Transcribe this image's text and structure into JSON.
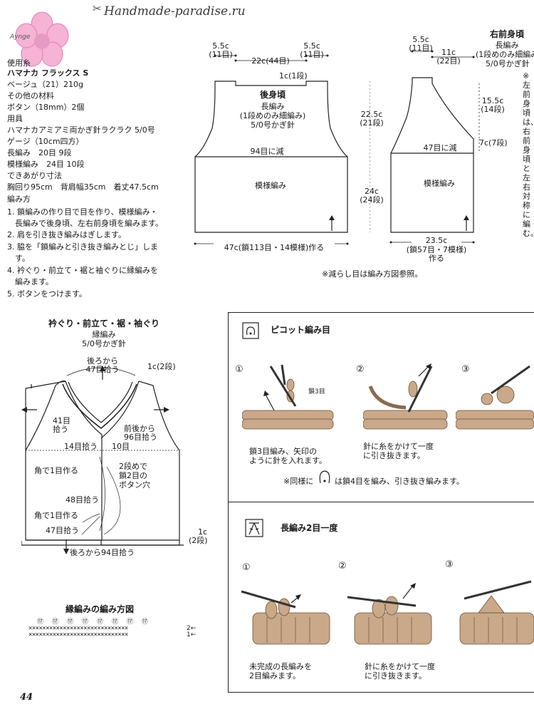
{
  "header": {
    "site": "Handmade-paradise.ru",
    "logo_text": "Aynge"
  },
  "materials": {
    "yarn_label": "使用糸",
    "yarn_name": "ハマナカ フラックス S",
    "yarn_spec": "ベージュ（21）210g",
    "other_label": "その他の材料",
    "other_spec": "ボタン（18mm）2個",
    "tools_label": "用具",
    "tools_spec": "ハマナカアミアミ両かぎ針ラクラク 5/0号",
    "gauge_label": "ゲージ（10cm四方）",
    "gauge_1": "長編み　20目 9段",
    "gauge_2": "模様編み　24目 10段",
    "size_label": "できあがり寸法",
    "size_spec": "胸回り95cm　背肩幅35cm　着丈47.5cm",
    "method_label": "編み方",
    "steps": [
      "1. 鎖編みの作り目で目を作り、模様編み・",
      "　長編みで後身頃、左右前身頃を編みます。",
      "2. 肩を引き抜き編みはぎします。",
      "3. 脇を「鎖編みと引き抜き編みとじ」しま",
      "　す。",
      "4. 衿ぐり・前立て・裾と袖ぐりに縁編みを",
      "　編みます。",
      "5. ボタンをつけます。"
    ]
  },
  "back_body": {
    "dim_shoulder_l": "5.5c",
    "dim_shoulder_l_st": "(11目)",
    "dim_neck": "22c(44目)",
    "dim_shoulder_r": "5.5c",
    "dim_shoulder_r_st": "(11目)",
    "dim_neck_row": "1c(1段)",
    "title": "後身頃",
    "stitch_1": "長編み",
    "stitch_2": "(1段めのみ細編み)",
    "hook": "5/0号かぎ針",
    "decrease": "94目に減",
    "pattern": "模様編み",
    "dim_bottom": "47c(鎖113目・14模様)作る"
  },
  "side_dims": {
    "upper": "22.5c",
    "upper_rows": "(21段)",
    "lower": "24c",
    "lower_rows": "(24段)"
  },
  "right_front": {
    "title": "右前身頃",
    "stitch_1": "長編み",
    "stitch_2": "(1段めのみ細編み)",
    "hook": "5/0号かぎ針",
    "dim_shoulder": "5.5c",
    "dim_shoulder_st": "(11目)",
    "dim_neck": "11c",
    "dim_neck_st": "(22目)",
    "dim_neck_depth": "15.5c",
    "dim_neck_depth_rows": "(14段)",
    "dim_arm": "7c(7段)",
    "decrease": "47目に減",
    "pattern": "模様編み",
    "dim_bottom": "23.5c",
    "dim_bottom_st": "(鎖57目・7模様)",
    "dim_bottom_make": "作る",
    "side_note": "※左前身頃は、右前身頃と左右対称に編む。"
  },
  "decrease_note": "※減らし目は編み方図参照。",
  "edging": {
    "title": "衿ぐり・前立て・裾・袖ぐり",
    "stitch": "縁編み",
    "hook": "5/0号かぎ針",
    "back_pick": "後ろから",
    "back_pick_st": "47目拾う",
    "row_top": "1c(2段)",
    "left_pick": "41目",
    "left_pick_2": "拾う",
    "front_pick": "前後から",
    "front_pick_2": "96目拾う",
    "pick_14": "14目拾う",
    "pick_10": "10目",
    "corner_1": "角で1目作る",
    "buttonhole_1": "2段めで",
    "buttonhole_2": "鎖2目の",
    "buttonhole_3": "ボタン穴",
    "pick_48": "48目拾う",
    "corner_2": "角で1目作る",
    "pick_47": "47目拾う",
    "row_bottom": "1c",
    "row_bottom_2": "(2段)",
    "back_bottom": "後ろから94目拾う"
  },
  "edge_chart": {
    "title": "縁編みの編み方図",
    "row2": "2←",
    "row1": "1←",
    "stitches_row2": "×××××××××××××××××××××××××××××",
    "stitches_row1": "×××××××××××××××××××××××××××××"
  },
  "picot": {
    "title": "ピコット編み目",
    "n1": "①",
    "n2": "②",
    "n3": "③",
    "chain_label": "鎖3目",
    "cap1_a": "鎖3目編み、矢印の",
    "cap1_b": "ように針を入れます。",
    "cap2_a": "針に糸をかけて一度",
    "cap2_b": "に引き抜きます。",
    "note_a": "※同様に",
    "note_b": "は鎖4目を編み、引き抜き編みます。"
  },
  "dc2tog": {
    "title": "長編み2目一度",
    "n1": "①",
    "n2": "②",
    "n3": "③",
    "cap1_a": "未完成の長編みを",
    "cap1_b": "2目編みます。",
    "cap2_a": "針に糸をかけて一度",
    "cap2_b": "に引き抜きます。"
  },
  "page_number": "44"
}
